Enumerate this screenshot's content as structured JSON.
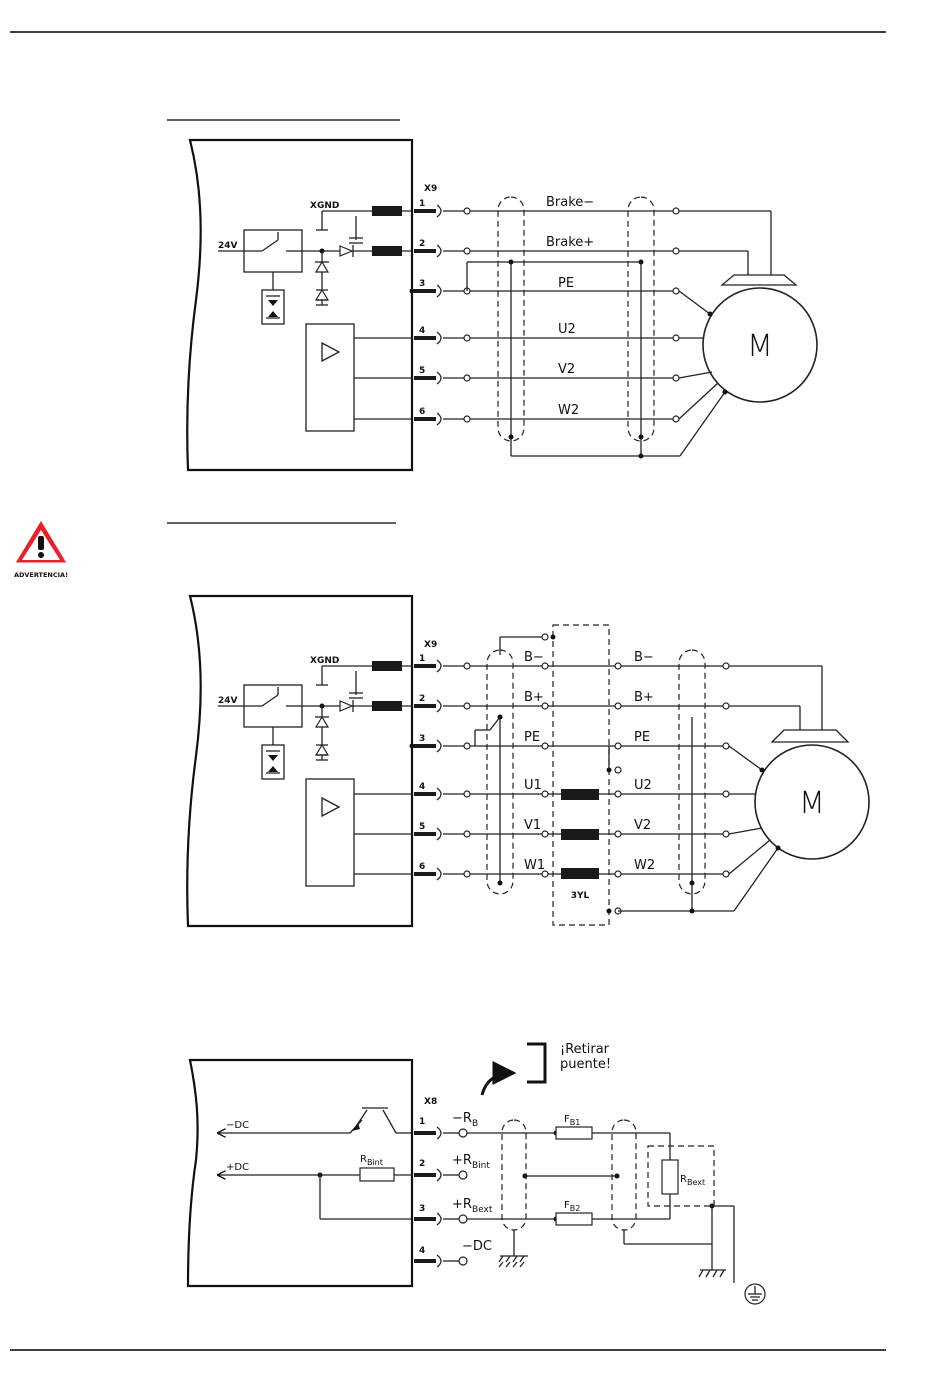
{
  "warning": {
    "label": "ADVERTENCIA!",
    "color": "#e8202a"
  },
  "diagram1": {
    "connector": "X9",
    "pins": [
      "1",
      "2",
      "3",
      "4",
      "5",
      "6"
    ],
    "xgnd": "XGND",
    "v24": "24V",
    "wires": [
      "Brake−",
      "Brake+",
      "PE",
      "U2",
      "V2",
      "W2"
    ],
    "motor": "M"
  },
  "diagram2": {
    "connector": "X9",
    "pins": [
      "1",
      "2",
      "3",
      "4",
      "5",
      "6"
    ],
    "xgnd": "XGND",
    "v24": "24V",
    "left_wires": [
      "B−",
      "B+",
      "PE",
      "U1",
      "V1",
      "W1"
    ],
    "right_wires": [
      "B−",
      "B+",
      "PE",
      "U2",
      "V2",
      "W2"
    ],
    "choke": "3YL",
    "motor": "M"
  },
  "diagram3": {
    "connector": "X8",
    "pins": [
      "1",
      "2",
      "3",
      "4"
    ],
    "neg_dc": "−DC",
    "pos_dc": "+DC",
    "rbint_main": "R",
    "rbint_sub": "Bint",
    "note_line1": "¡Retirar",
    "note_line2": "puente!",
    "t_rb_main": "−R",
    "t_rb_sub": "B",
    "t_rbint_main": "+R",
    "t_rbint_sub": "Bint",
    "t_rbext_main": "+R",
    "t_rbext_sub": "Bext",
    "t_dc": "−DC",
    "fb1_main": "F",
    "fb1_sub": "B1",
    "fb2_main": "F",
    "fb2_sub": "B2",
    "rbext_main": "R",
    "rbext_sub": "Bext"
  }
}
